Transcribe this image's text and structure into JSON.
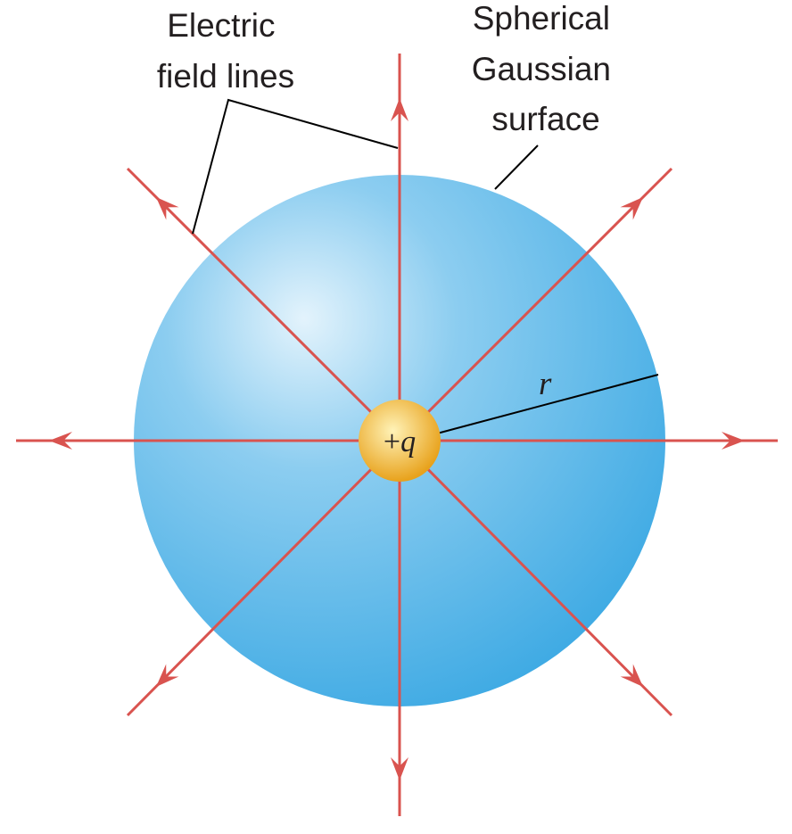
{
  "labels": {
    "field_lines": [
      "Electric",
      "field lines"
    ],
    "gaussian_surface": [
      "Spherical",
      "Gaussian",
      "surface"
    ],
    "radius": "r",
    "charge_sign": "+",
    "charge_symbol": "q"
  },
  "colors": {
    "sphere_light": "#e3f3fc",
    "sphere_mid": "#8ccdf0",
    "sphere_dark": "#3aa8e3",
    "field_line": "#d9534f",
    "charge_center": "#fff3b8",
    "charge_edge": "#e8a21c",
    "leader_line": "#000000",
    "text": "#231f20"
  },
  "icons": {
    "arrowhead": "triangle-arrowhead-icon"
  }
}
